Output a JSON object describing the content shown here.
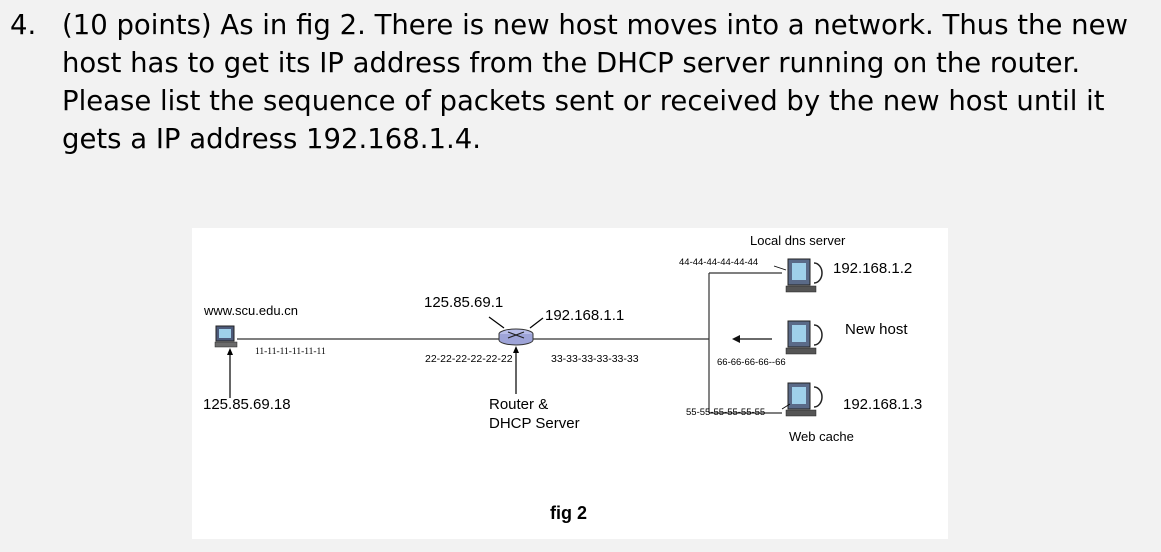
{
  "question": {
    "number": "4.",
    "text": "(10 points) As in fig 2. There is new host moves into a network. Thus the new host has to get its IP address from the DHCP server running on the router. Please list the sequence of packets sent or received by the new host until it gets a IP address 192.168.1.4."
  },
  "figure": {
    "caption": "fig 2",
    "left_host": {
      "name": "www.scu.edu.cn",
      "mac": "11-11-11-11-11-11",
      "ip": "125.85.69.18"
    },
    "router": {
      "label_line1": "Router &",
      "label_line2": "DHCP Server",
      "left_ip": "125.85.69.1",
      "right_ip": "192.168.1.1",
      "left_mac": "22-22-22-22-22-22",
      "right_mac": "33-33-33-33-33-33"
    },
    "dns": {
      "title": "Local dns server",
      "mac": "44-44-44-44-44-44",
      "ip": "192.168.1.2"
    },
    "new_host": {
      "label": "New host",
      "mac": "66-66-66-66--66"
    },
    "web_cache": {
      "label": "Web cache",
      "mac": "55-55-55-55-55-55",
      "ip": "192.168.1.3"
    }
  }
}
